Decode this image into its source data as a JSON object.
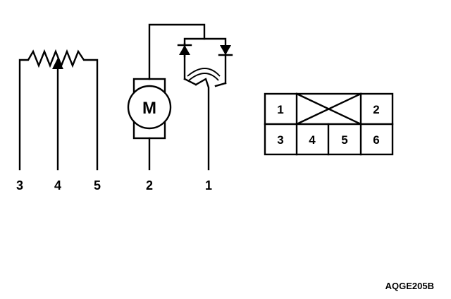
{
  "circuit": {
    "terminal_labels": [
      "3",
      "4",
      "5",
      "2",
      "1"
    ],
    "motor_label": "M"
  },
  "connector": {
    "top_row": [
      "1",
      "2"
    ],
    "bottom_row": [
      "3",
      "4",
      "5",
      "6"
    ]
  },
  "figure_code": "AQGE205B"
}
